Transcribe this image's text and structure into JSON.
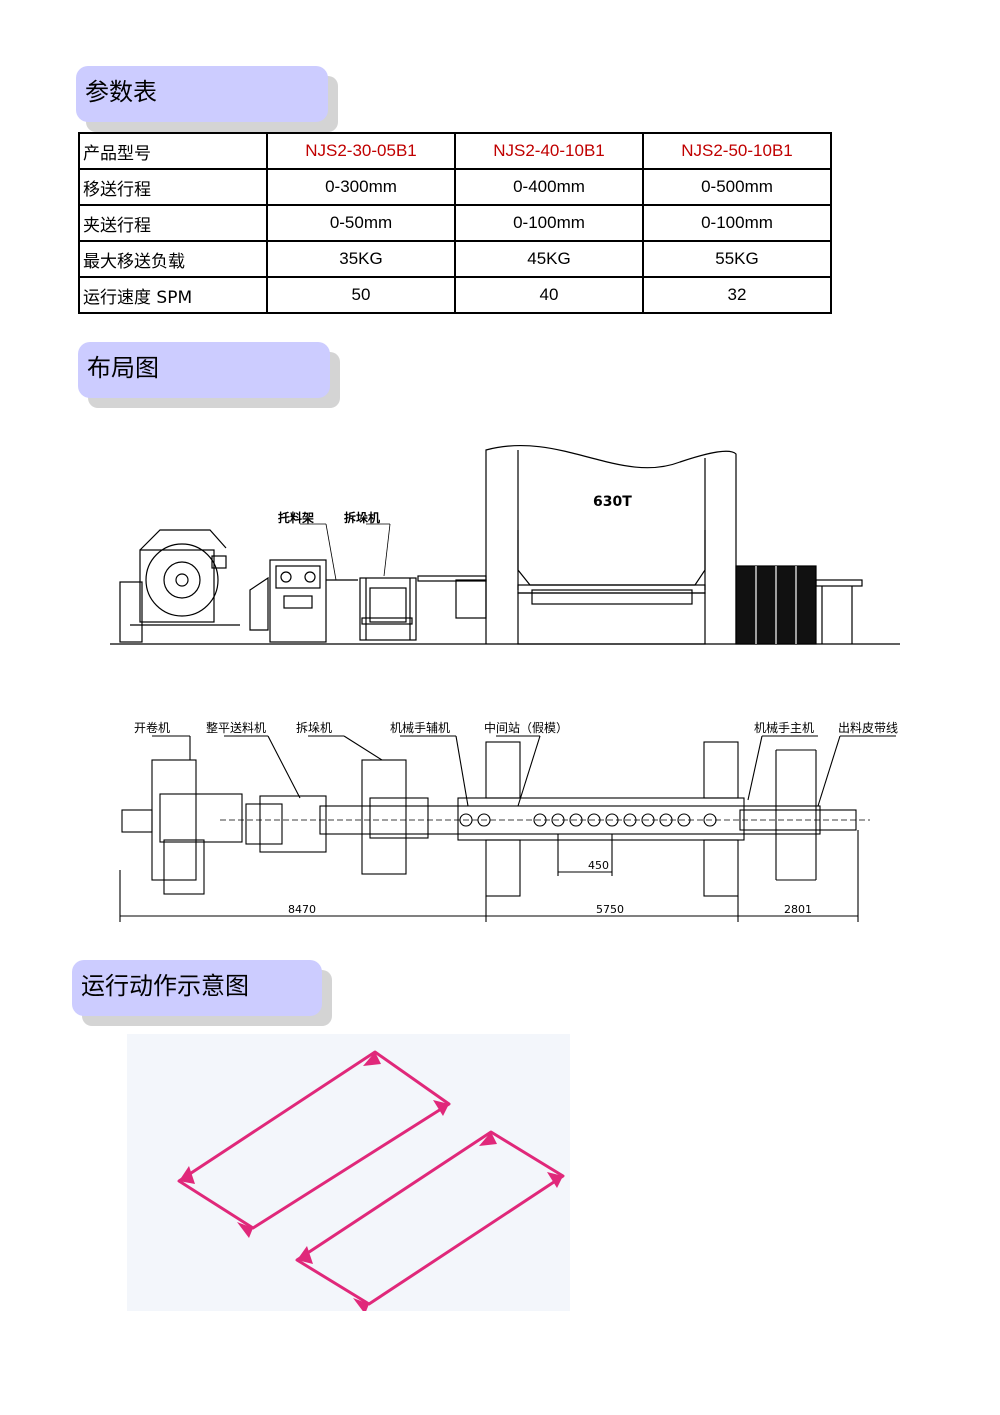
{
  "sections": {
    "params_title": "参数表",
    "layout_title": "布局图",
    "motion_title": "运行动作示意图"
  },
  "table": {
    "rows": [
      {
        "label": "产品型号",
        "values": [
          "NJS2-30-05B1",
          "NJS2-40-10B1",
          "NJS2-50-10B1"
        ]
      },
      {
        "label": "移送行程",
        "values": [
          "0-300mm",
          "0-400mm",
          "0-500mm"
        ]
      },
      {
        "label": "夹送行程",
        "values": [
          "0-50mm",
          "0-100mm",
          "0-100mm"
        ]
      },
      {
        "label": "最大移送负载",
        "values": [
          "35KG",
          "45KG",
          "55KG"
        ]
      },
      {
        "label": "运行速度 SPM",
        "values": [
          "50",
          "40",
          "32"
        ]
      }
    ],
    "model_color": "#c00000"
  },
  "side_view": {
    "press_label": "630T",
    "label_tray": "托料架",
    "label_destacker": "拆垛机"
  },
  "top_view": {
    "labels": [
      "开卷机",
      "整平送料机",
      "拆垛机",
      "机械手辅机",
      "中间站（假模）",
      "机械手主机",
      "出料皮带线"
    ],
    "dim_spacing": "450",
    "dims": [
      "8470",
      "5750",
      "2801"
    ]
  },
  "motion": {
    "line_color": "#e0287a",
    "background": "#f3f6fb"
  }
}
